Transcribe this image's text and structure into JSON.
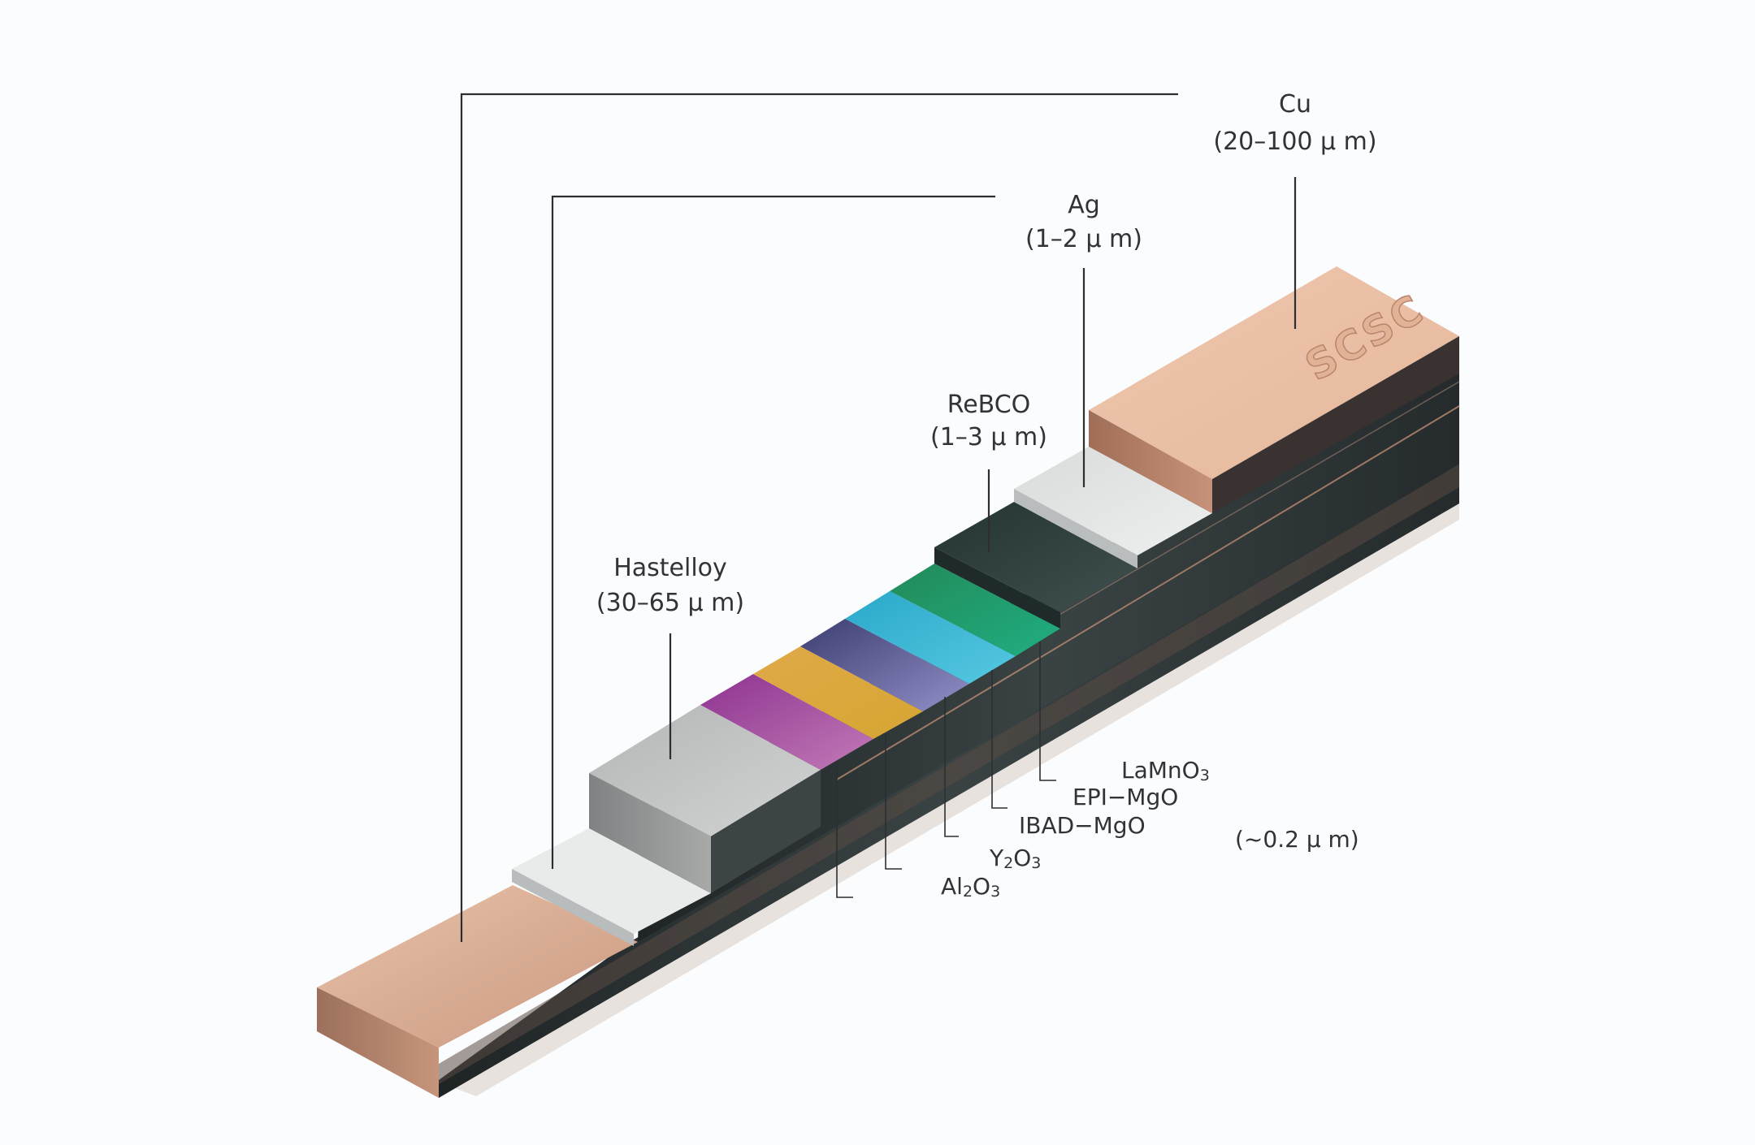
{
  "layers": {
    "cu": {
      "name": "Cu",
      "thickness": "(20–100 μ m)"
    },
    "ag": {
      "name": "Ag",
      "thickness": "(1–2 μ m)"
    },
    "rebco": {
      "name": "ReBCO",
      "thickness": "(1–3 μ m)"
    },
    "hastelloy": {
      "name": "Hastelloy",
      "thickness": "(30–65 μ m)"
    },
    "lamno3": {
      "name": "LaMnO",
      "sub": "3"
    },
    "epi_mgo": {
      "name": "EPI−MgO"
    },
    "ibad_mgo": {
      "name": "IBAD−MgO"
    },
    "buffer_thickness": "(~0.2 μ m)",
    "y2o3": {
      "a": "Y",
      "sub": "2",
      "b": "O",
      "sub2": "3"
    },
    "al2o3": {
      "a": "Al",
      "sub": "2",
      "b": "O",
      "sub2": "3"
    }
  },
  "logo": "SCSC",
  "colors": {
    "copper": "#c9977c",
    "silver": "#e4e6e6",
    "rebco": "#2e3d3b",
    "hastelloy": "#a9abab",
    "lamno3": "#1fa37a",
    "epi_mgo": "#3dbad6",
    "ibad_mgo": "#6f6fa6",
    "y2o3": "#deac44",
    "al2o3": "#9a3c96",
    "body_dark": "#2c3233"
  }
}
